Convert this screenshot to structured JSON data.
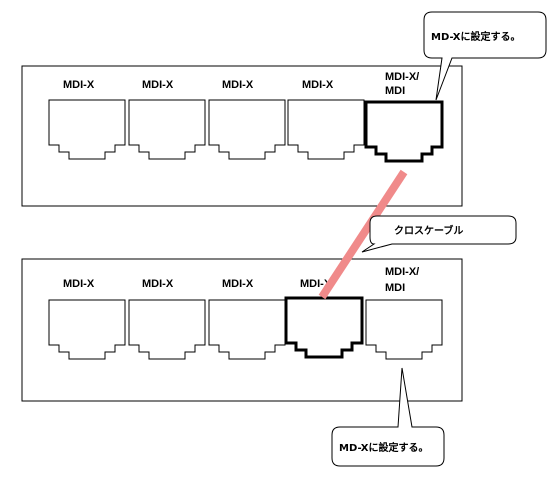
{
  "switch_top": {
    "ports": [
      {
        "label": "MDI-X",
        "highlighted": false
      },
      {
        "label": "MDI-X",
        "highlighted": false
      },
      {
        "label": "MDI-X",
        "highlighted": false
      },
      {
        "label": "MDI-X",
        "highlighted": false
      },
      {
        "label_line1": "MDI-X/",
        "label_line2": "MDI",
        "highlighted": true
      }
    ]
  },
  "switch_bottom": {
    "ports": [
      {
        "label": "MDI-X",
        "highlighted": false
      },
      {
        "label": "MDI-X",
        "highlighted": false
      },
      {
        "label": "MDI-X",
        "highlighted": false
      },
      {
        "label": "MDI-X",
        "highlighted": true
      },
      {
        "label_line1": "MDI-X/",
        "label_line2": "MDI",
        "highlighted": false
      }
    ]
  },
  "callouts": {
    "top": "MD-Xに設定する。",
    "cable": "クロスケーブル",
    "bottom": "MD-Xに設定する。"
  },
  "colors": {
    "cable": "#f08a8a",
    "stroke": "#000000",
    "background": "#ffffff"
  }
}
